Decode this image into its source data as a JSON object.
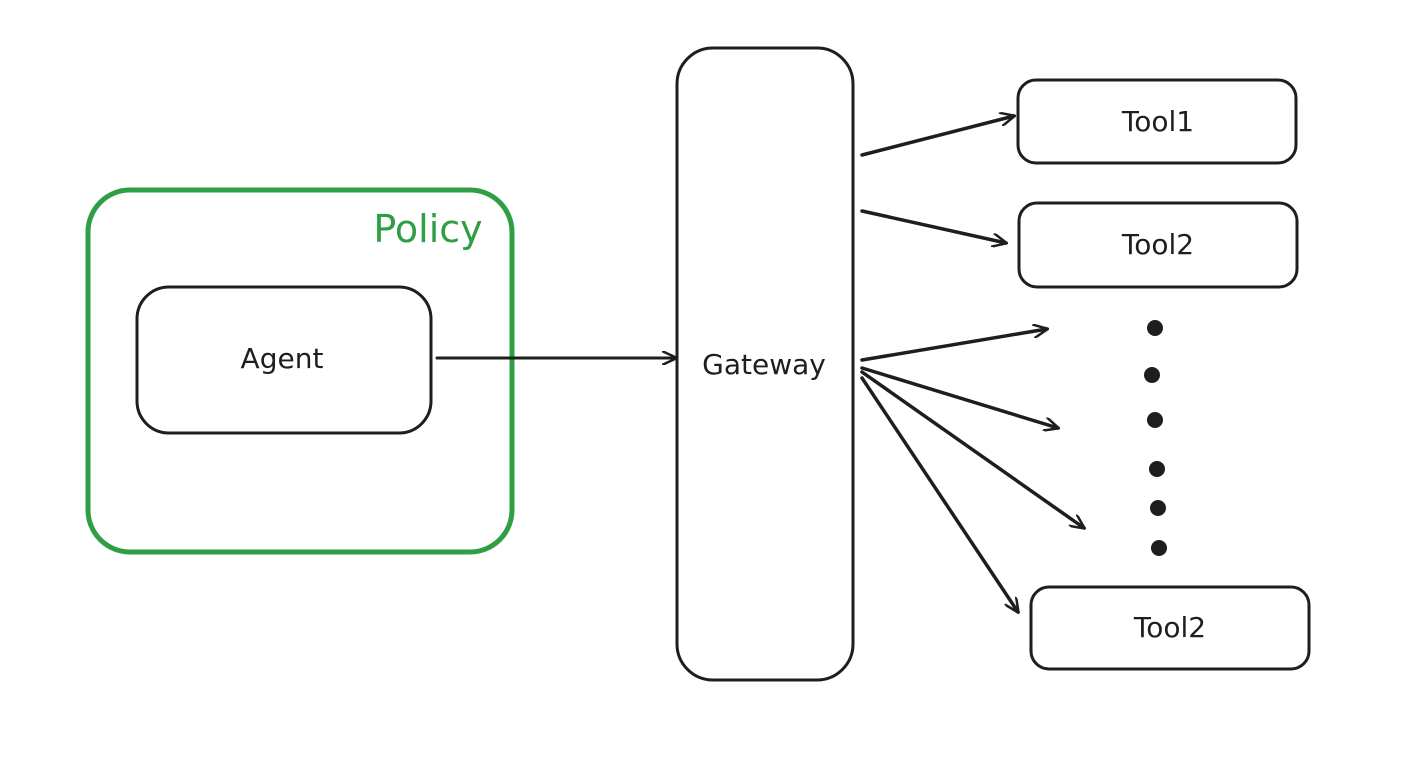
{
  "diagram": {
    "policy": {
      "label": "Policy",
      "color": "#2f9e44"
    },
    "agent": {
      "label": "Agent"
    },
    "gateway": {
      "label": "Gateway"
    },
    "tools": [
      {
        "label": "Tool1"
      },
      {
        "label": "Tool2"
      },
      {
        "label": "Tool2"
      }
    ],
    "colors": {
      "stroke": "#1e1e1e",
      "background": "#ffffff"
    }
  }
}
